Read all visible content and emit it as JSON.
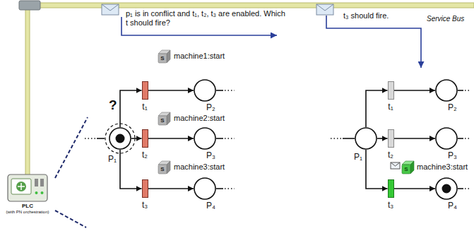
{
  "diagram": {
    "nodes": [
      {
        "text": [
          "PLC",
          "(with PN orchestration)"
        ]
      },
      {
        "text": [
          "P₁"
        ]
      },
      {
        "text": [
          "t₁"
        ]
      },
      {
        "text": [
          "P₂"
        ]
      },
      {
        "text": [
          "t₂"
        ]
      },
      {
        "text": [
          "P₃"
        ]
      },
      {
        "text": [
          "t₃"
        ]
      },
      {
        "text": [
          "P₄"
        ]
      },
      {
        "text": [
          "P₁"
        ]
      },
      {
        "text": [
          "t₁"
        ]
      },
      {
        "text": [
          "P₂"
        ]
      },
      {
        "text": [
          "t₂"
        ]
      },
      {
        "text": [
          "P₃"
        ]
      },
      {
        "text": [
          "t₃"
        ]
      },
      {
        "text": [
          "P₄"
        ]
      }
    ],
    "edges": [
      {
        "from": 1,
        "to": 2,
        "arrow": "to"
      },
      {
        "from": 1,
        "to": 4,
        "arrow": "to"
      },
      {
        "from": 1,
        "to": 6,
        "arrow": "to"
      },
      {
        "from": 2,
        "to": 3,
        "arrow": "to"
      },
      {
        "from": 4,
        "to": 5,
        "arrow": "to"
      },
      {
        "from": 6,
        "to": 7,
        "arrow": "to"
      },
      {
        "from": 8,
        "to": 9,
        "arrow": "to"
      },
      {
        "from": 8,
        "to": 11,
        "arrow": "to"
      },
      {
        "from": 8,
        "to": 13,
        "arrow": "to"
      },
      {
        "from": 9,
        "to": 10,
        "arrow": "to"
      },
      {
        "from": 11,
        "to": 12,
        "arrow": "to"
      },
      {
        "from": 13,
        "to": 14,
        "arrow": "to"
      }
    ],
    "labels": [
      "p₁ is in conflict and t₁, t₂, t₃ are enabled. Which t should fire?",
      "t₃ should fire.",
      "Service Bus",
      "?",
      "S",
      "machine1:start",
      "S",
      "machine2:start",
      "S",
      "machine3:start",
      "S",
      "machine3:start"
    ]
  }
}
